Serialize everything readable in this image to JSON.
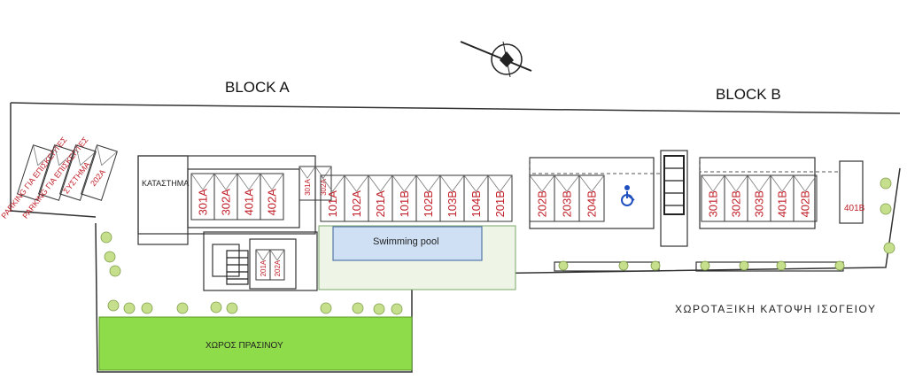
{
  "labels": {
    "block_a": "BLOCK A",
    "block_b": "BLOCK B",
    "shop": "ΚΑΤΑΣΤΗΜΑ",
    "pool": "Swimming pool",
    "green_area": "ΧΩΡΟΣ ΠΡΑΣΙΝΟΥ",
    "caption": "ΧΩΡΟΤΑΞΙΚΗ ΚΑΤΟΨΗ ΙΣΟΓΕΙΟΥ",
    "unit_401b": "401B"
  },
  "parking_left": [
    "PARKING ΓΙΑ ΕΠΙΣΚΕΠΤΕΣ",
    "PARKING ΓΙΑ ΕΠΙΣΚΕΠΤΕΣ",
    "ΣΥΣΤΗΜΑ",
    "202A"
  ],
  "block_a_row1": [
    "301A",
    "302A",
    "401A",
    "402A"
  ],
  "block_a_small": [
    "301A",
    "302A"
  ],
  "block_a_stair": [
    "201A",
    "202A"
  ],
  "pool_row": [
    "101A",
    "102A",
    "201A",
    "101B",
    "102B",
    "103B",
    "104B",
    "201B"
  ],
  "block_b_row1": [
    "202B",
    "203B",
    "204B"
  ],
  "block_b_row2": [
    "301B",
    "302B",
    "303B",
    "401B",
    "402B"
  ],
  "colors": {
    "unit_text": "#c0202a",
    "pool": "#cfe0f5",
    "green": "#8fdc4a",
    "tree": "#c6df8c"
  },
  "icons": [
    "north-arrow-icon",
    "wheelchair-icon"
  ]
}
